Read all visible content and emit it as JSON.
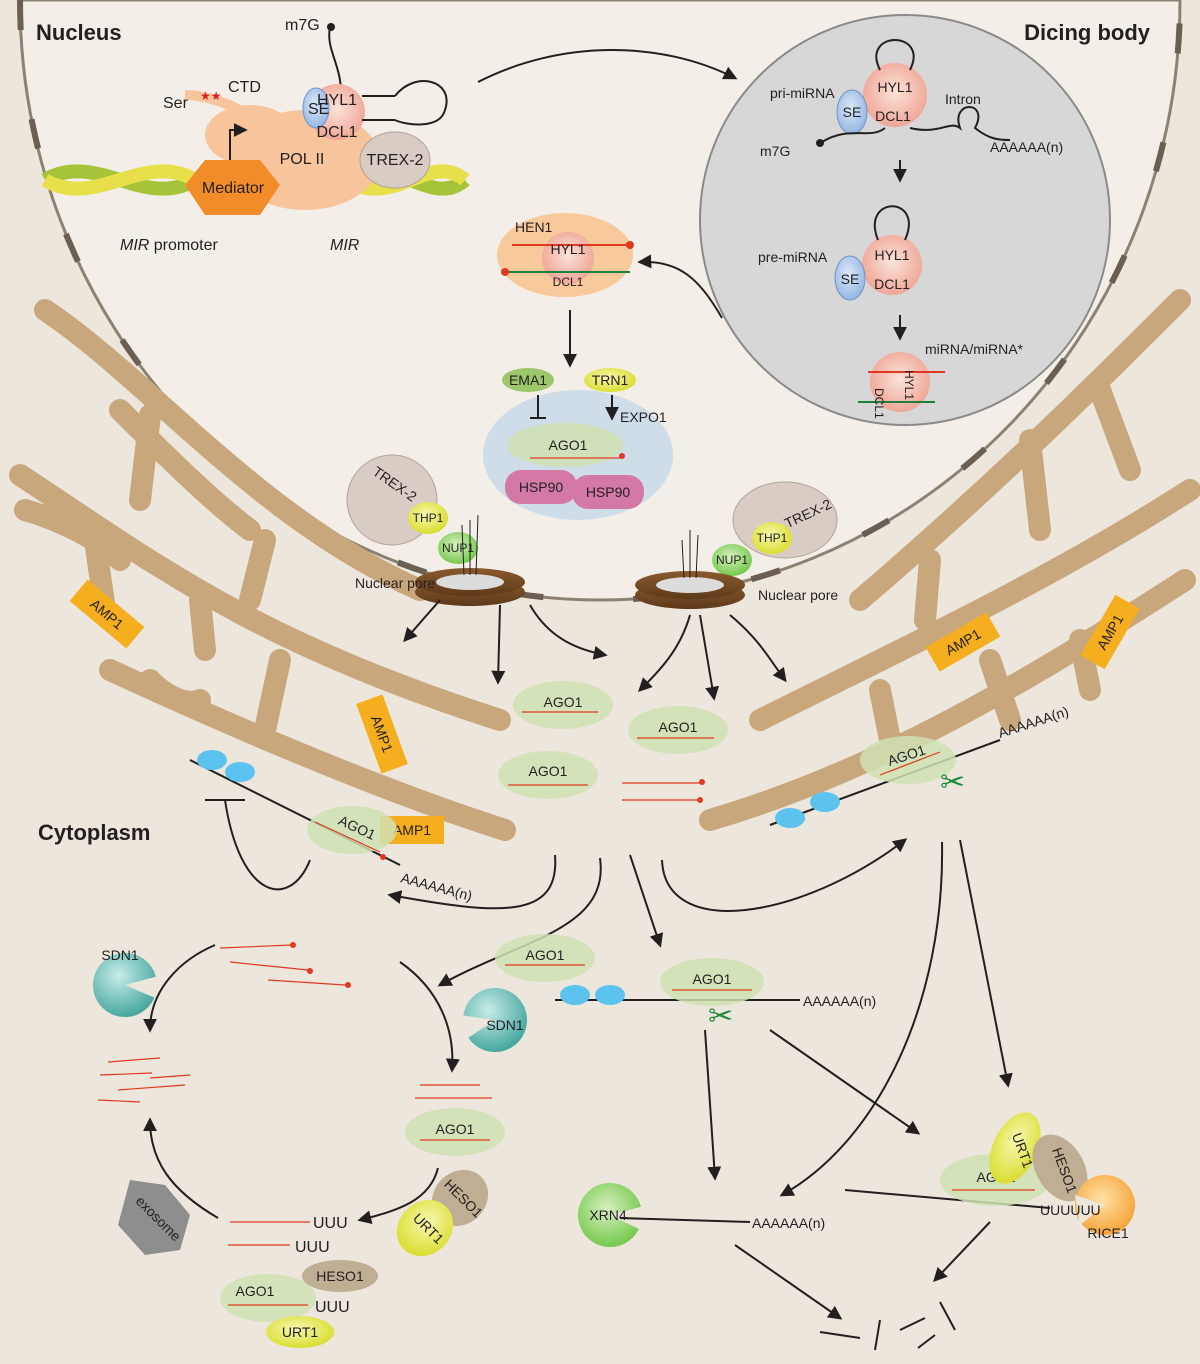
{
  "compartments": {
    "nucleus": "Nucleus",
    "dicing_body": "Dicing body",
    "cytoplasm": "Cytoplasm"
  },
  "transcription": {
    "m7G": "m7G",
    "ctd": "CTD",
    "ser": "Ser",
    "se": "SE",
    "hyl1": "HYL1",
    "dcl1": "DCL1",
    "pol2": "POL II",
    "trex2": "TREX-2",
    "mediator": "Mediator",
    "mir_promoter_italic": "MIR",
    "mir_promoter_rest": " promoter",
    "mir": "MIR"
  },
  "dicing": {
    "pri_mirna": "pri-miRNA",
    "se": "SE",
    "hyl1": "HYL1",
    "dcl1": "DCL1",
    "intron": "Intron",
    "m7G": "m7G",
    "polyA": "AAAAAA(n)",
    "pre_mirna": "pre-miRNA",
    "mirna_duplex": "miRNA/miRNA*"
  },
  "methylation": {
    "hen1": "HEN1",
    "hyl1": "HYL1",
    "dcl1": "DCL1"
  },
  "export": {
    "ema1": "EMA1",
    "trn1": "TRN1",
    "expo1": "EXPO1",
    "ago1": "AGO1",
    "hsp90_left": "HSP90",
    "hsp90_right": "HSP90"
  },
  "pores": {
    "left_trex2": "TREX-2",
    "left_thp1": "THP1",
    "left_nup1": "NUP1",
    "left_label": "Nuclear pore",
    "right_trex2": "TREX-2",
    "right_thp1": "THP1",
    "right_nup1": "NUP1",
    "right_label": "Nuclear pore"
  },
  "er": {
    "amp1": [
      "AMP1",
      "AMP1",
      "AMP1",
      "AMP1",
      "AMP1"
    ],
    "ago1_left": "AGO1",
    "ago1_right": "AGO1",
    "polyA_left": "AAAAAA(n)",
    "polyA_right": "AAAAAA(n)"
  },
  "cytoplasm_center": {
    "ago1_a": "AGO1",
    "ago1_b": "AGO1",
    "ago1_c": "AGO1",
    "ago1_d": "AGO1",
    "ago1_cleave": "AGO1",
    "polyA_cleave": "AAAAAA(n)"
  },
  "degradation": {
    "sdn1_left": "SDN1",
    "sdn1_mid": "SDN1",
    "ago1_cycle": "AGO1",
    "heso1": "HESO1",
    "urt1": "URT1",
    "uuu1": "UUU",
    "uuu2": "UUU",
    "uuu3": "UUU",
    "ago1_bottom": "AGO1",
    "heso1_bottom": "HESO1",
    "urt1_bottom": "URT1",
    "exosome": "exosome"
  },
  "mrna_decay": {
    "xrn4": "XRN4",
    "polyA": "AAAAAA(n)",
    "urt1": "URT1",
    "heso1": "HESO1",
    "ago1": "AGO1",
    "uuuuuu": "UUUUUU",
    "rice1": "RICE1"
  },
  "colors": {
    "background": "#ece6dc",
    "nucleus": "#f3efe8",
    "dicing_body": "#d7d7d7",
    "er": "#c9a77c",
    "amp1": "#f5ae1d",
    "ago1": "#cfe0b3",
    "rna": "#e0391f"
  }
}
